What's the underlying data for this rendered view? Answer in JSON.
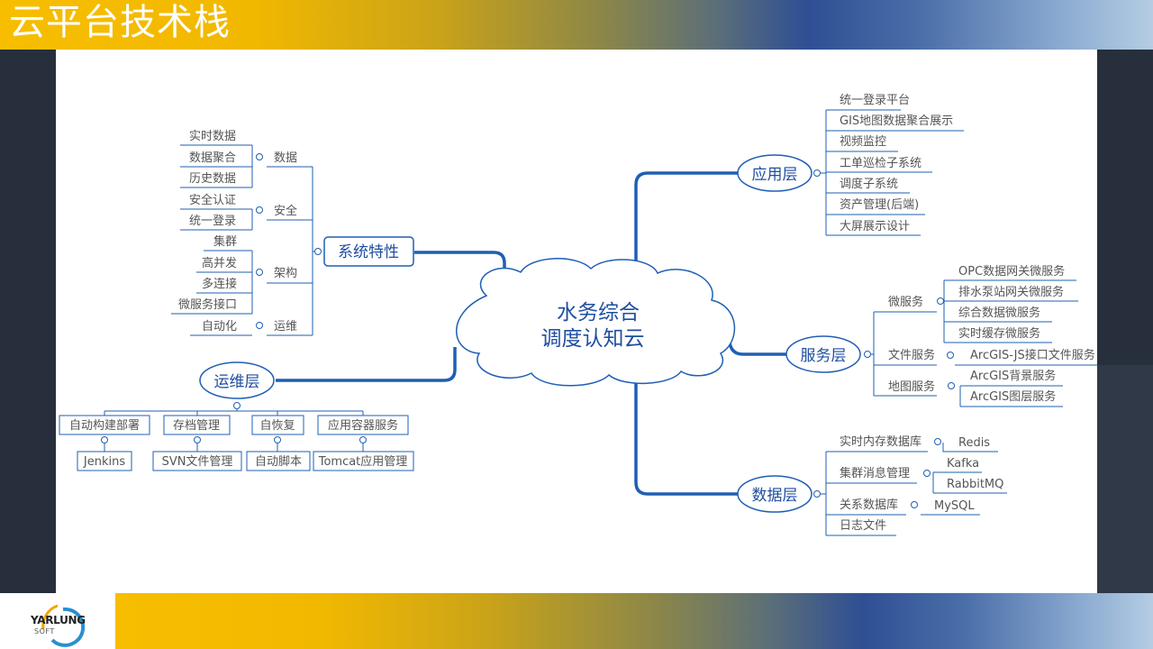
{
  "page": {
    "title": "云平台技术栈"
  },
  "logo": {
    "name": "YARLUNG",
    "sub": "SOFT"
  },
  "center": {
    "line1": "水务综合",
    "line2": "调度认知云"
  },
  "app_layer": {
    "label": "应用层",
    "items": [
      "统一登录平台",
      "GIS地图数据聚合展示",
      "视频监控",
      "工单巡检子系统",
      "调度子系统",
      "资产管理(后端)",
      "大屏展示设计"
    ]
  },
  "service_layer": {
    "label": "服务层",
    "micro": {
      "label": "微服务",
      "items": [
        "OPC数据网关微服务",
        "排水泵站网关微服务",
        "综合数据微服务",
        "实时缓存微服务"
      ]
    },
    "file": {
      "label": "文件服务",
      "item": "ArcGIS-JS接口文件服务"
    },
    "map": {
      "label": "地图服务",
      "items": [
        "ArcGIS背景服务",
        "ArcGIS图层服务"
      ]
    }
  },
  "data_layer": {
    "label": "数据层",
    "groups": [
      {
        "label": "实时内存数据库",
        "items": [
          "Redis"
        ]
      },
      {
        "label": "集群消息管理",
        "items": [
          "Kafka",
          "RabbitMQ"
        ]
      },
      {
        "label": "关系数据库",
        "items": [
          "MySQL"
        ]
      },
      {
        "label": "日志文件",
        "items": []
      }
    ]
  },
  "system_features": {
    "label": "系统特性",
    "groups": [
      {
        "label": "数据",
        "items": [
          "实时数据",
          "数据聚合",
          "历史数据"
        ]
      },
      {
        "label": "安全",
        "items": [
          "安全认证",
          "统一登录"
        ]
      },
      {
        "label": "架构",
        "items": [
          "集群",
          "高并发",
          "多连接",
          "微服务接口"
        ]
      },
      {
        "label": "运维",
        "items": [
          "自动化"
        ]
      }
    ]
  },
  "ops_layer": {
    "label": "运维层",
    "groups": [
      {
        "label": "自动构建部署",
        "item": "Jenkins"
      },
      {
        "label": "存档管理",
        "item": "SVN文件管理"
      },
      {
        "label": "自恢复",
        "item": "自动脚本"
      },
      {
        "label": "应用容器服务",
        "item": "Tomcat应用管理"
      }
    ]
  }
}
